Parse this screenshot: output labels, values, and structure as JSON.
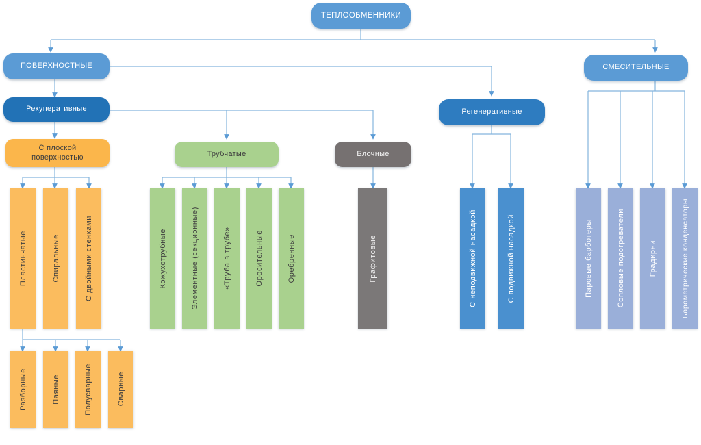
{
  "diagram": {
    "title": "ТЕПЛООБМЕННИКИ",
    "type": "tree-classification",
    "colors": {
      "root": "#5b9bd5",
      "level1": "#5b9bd5",
      "recuperative": "#2272b6",
      "regenerative": "#2e7cc0",
      "orange": "#fbb64b",
      "green": "#a9d18e",
      "gray": "#767171",
      "blue_bar": "#4a90cf",
      "periwinkle": "#9aafd9",
      "connector": "#5b9bd5"
    }
  },
  "nodes": {
    "root": {
      "label": "ТЕПЛООБМЕННИКИ"
    },
    "surface": {
      "label": "ПОВЕРХНОСТНЫЕ"
    },
    "mixing": {
      "label": "СМЕСИТЕЛЬНЫЕ"
    },
    "recuperative": {
      "label": "Рекуперативные"
    },
    "regenerative": {
      "label": "Регенеративные"
    },
    "flat_surface": {
      "label": "С плоской поверхностью"
    },
    "tubular": {
      "label": "Трубчатые"
    },
    "block": {
      "label": "Блочные"
    }
  },
  "groups": {
    "flat_surface_children": [
      {
        "label": "Пластинчатые"
      },
      {
        "label": "Спиральные"
      },
      {
        "label": "С двойными стенками"
      }
    ],
    "plate_children": [
      {
        "label": "Разборные"
      },
      {
        "label": "Паяные"
      },
      {
        "label": "Полусварные"
      },
      {
        "label": "Сварные"
      }
    ],
    "tubular_children": [
      {
        "label": "Кожухотрубные"
      },
      {
        "label": "Элементные (секционные)"
      },
      {
        "label": "«Труба в трубе»"
      },
      {
        "label": "Оросительные"
      },
      {
        "label": "Оребренные"
      }
    ],
    "block_children": [
      {
        "label": "Графитовые"
      }
    ],
    "regenerative_children": [
      {
        "label": "С неподвижной насадкой"
      },
      {
        "label": "С подвижной насадкой"
      }
    ],
    "mixing_children": [
      {
        "label": "Паровые барботеры"
      },
      {
        "label": "Сопловые подогреватели"
      },
      {
        "label": "Градирни"
      },
      {
        "label": "Барометрические конденсаторы"
      }
    ]
  }
}
